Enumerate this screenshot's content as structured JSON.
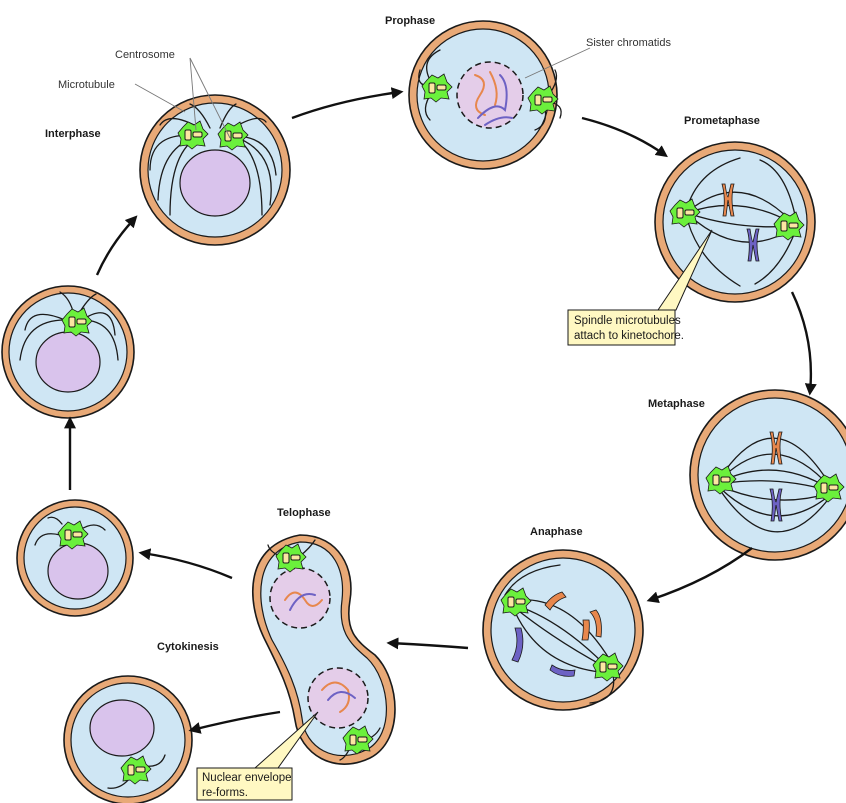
{
  "labels": {
    "interphase": "Interphase",
    "prophase": "Prophase",
    "prometaphase": "Prometaphase",
    "metaphase": "Metaphase",
    "anaphase": "Anaphase",
    "telophase": "Telophase",
    "cytokinesis": "Cytokinesis"
  },
  "callouts": {
    "centrosome": "Centrosome",
    "microtubule": "Microtubule",
    "sister_chromatids": "Sister chromatids"
  },
  "notes": {
    "spindle_line1": "Spindle microtubules",
    "spindle_line2": "attach to kinetochore.",
    "nuclear_line1": "Nuclear envelope",
    "nuclear_line2": "re-forms."
  },
  "colors": {
    "membrane": "#e8a977",
    "cytoplasm": "#cfe6f4",
    "nucleus": "#d9c3ec",
    "centrosome_glow": "#6bf03c",
    "chromosome_orange": "#e7874d",
    "chromosome_purple": "#6d62c4",
    "note_fill": "#fff8c2"
  }
}
